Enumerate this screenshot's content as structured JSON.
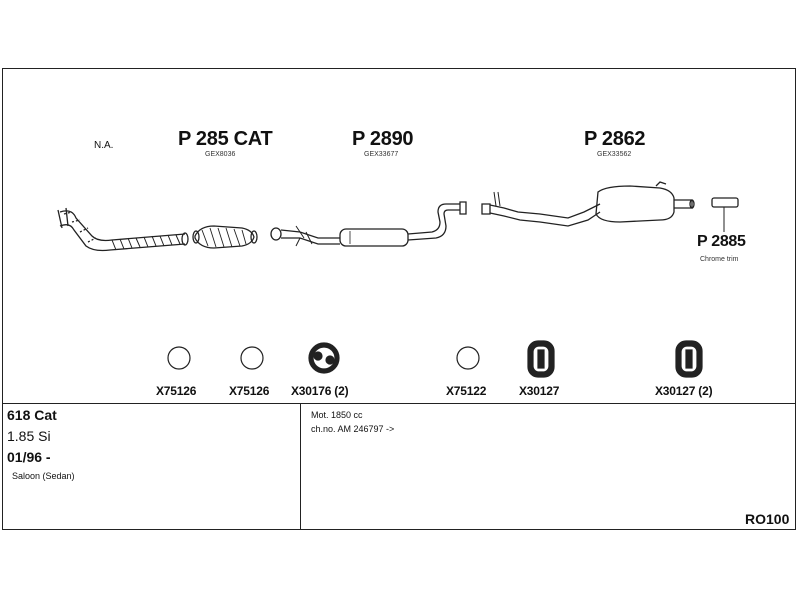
{
  "header": {
    "na_label": "N.A."
  },
  "parts": [
    {
      "label": "P 285 CAT",
      "code": "GEX8036"
    },
    {
      "label": "P 2890",
      "code": "GEX33677"
    },
    {
      "label": "P 2862",
      "code": "GEX33562"
    },
    {
      "label": "P 2885",
      "note": "Chrome trim"
    }
  ],
  "mountings": [
    {
      "label": "X75126",
      "icon": "ring-icon"
    },
    {
      "label": "X75126",
      "icon": "ring-icon"
    },
    {
      "label": "X30176 (2)",
      "icon": "rubber-mount-icon"
    },
    {
      "label": "X75122",
      "icon": "ring-icon"
    },
    {
      "label": "X30127",
      "icon": "rubber-hanger-icon"
    },
    {
      "label": "X30127 (2)",
      "icon": "rubber-hanger-icon"
    }
  ],
  "vehicle": {
    "model": "618 Cat",
    "engine": "1.85 Si",
    "date": "01/96 -",
    "body": "Saloon (Sedan)"
  },
  "details": {
    "mot": "Mot. 1850 cc",
    "chassis": "ch.no. AM 246797 ->"
  },
  "reference": "RO100"
}
